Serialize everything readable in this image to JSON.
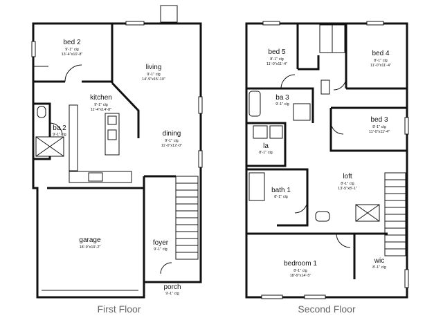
{
  "floors": [
    {
      "label": "First Floor",
      "rooms": [
        {
          "name": "bed 2",
          "ceiling": "9'-1\" clg",
          "dims": "13'-4\"x10'-8\""
        },
        {
          "name": "living",
          "ceiling": "9'-1\" clg",
          "dims": "14'-9\"x15'-10\""
        },
        {
          "name": "kitchen",
          "ceiling": "9'-1\" clg",
          "dims": "11'-4\"x14'-8\""
        },
        {
          "name": "ba 2",
          "ceiling": "9'-1\" clg",
          "dims": ""
        },
        {
          "name": "dining",
          "ceiling": "9'-1\" clg",
          "dims": "11'-0\"x12'-0\""
        },
        {
          "name": "garage",
          "ceiling": "",
          "dims": "18'-9\"x19'-2\""
        },
        {
          "name": "foyer",
          "ceiling": "9'-1\" clg",
          "dims": ""
        },
        {
          "name": "porch",
          "ceiling": "9'-1\" clg",
          "dims": ""
        }
      ]
    },
    {
      "label": "Second Floor",
      "rooms": [
        {
          "name": "bed 5",
          "ceiling": "8'-1\" clg",
          "dims": "11'-0\"x11'-4\""
        },
        {
          "name": "bed 4",
          "ceiling": "8'-1\" clg",
          "dims": "11'-0\"x11'-4\""
        },
        {
          "name": "ba 3",
          "ceiling": "9'-1\" clg",
          "dims": ""
        },
        {
          "name": "bed 3",
          "ceiling": "8'-1\" clg",
          "dims": "11'-0\"x11'-4\""
        },
        {
          "name": "la",
          "ceiling": "8'-1\" clg",
          "dims": ""
        },
        {
          "name": "loft",
          "ceiling": "8'-1\" clg",
          "dims": "13'-5\"x8'-1\""
        },
        {
          "name": "bath 1",
          "ceiling": "8'-1\" clg",
          "dims": ""
        },
        {
          "name": "wic",
          "ceiling": "8'-1\" clg",
          "dims": ""
        },
        {
          "name": "bedroom 1",
          "ceiling": "8'-1\" clg",
          "dims": "18'-9\"x14'-5\""
        }
      ]
    }
  ]
}
